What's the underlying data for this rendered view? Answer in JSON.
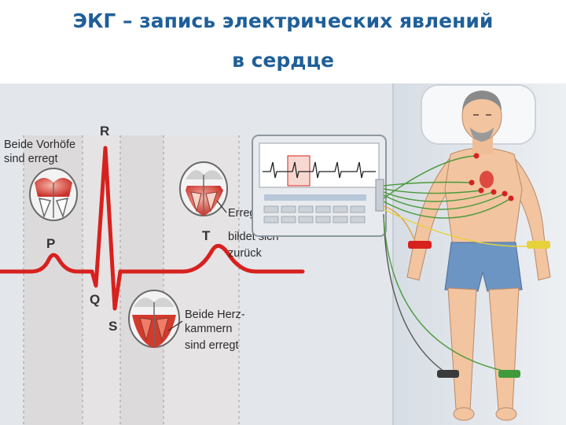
{
  "title": {
    "line1": "ЭКГ – запись электрических явлений",
    "line2": "в сердце"
  },
  "waveform": {
    "labels": {
      "p": "P",
      "q": "Q",
      "r": "R",
      "s": "S",
      "t": "T"
    }
  },
  "annotations": {
    "atria": [
      "Beide Vorhöfe",
      "sind erregt"
    ],
    "repolarization": [
      "Erregung",
      "bildet sich",
      "zurück"
    ],
    "ventricles": [
      "Beide Herz-",
      "kammern",
      "sind erregt"
    ]
  },
  "colors": {
    "title": "#1f5f99",
    "panel": "#e3e7ec",
    "trace": "#d7211f",
    "heart_red": "#e0493a",
    "skin": "#f2c49f",
    "shorts": "#6d95c3",
    "lead_wire": "#4a9a3c"
  }
}
